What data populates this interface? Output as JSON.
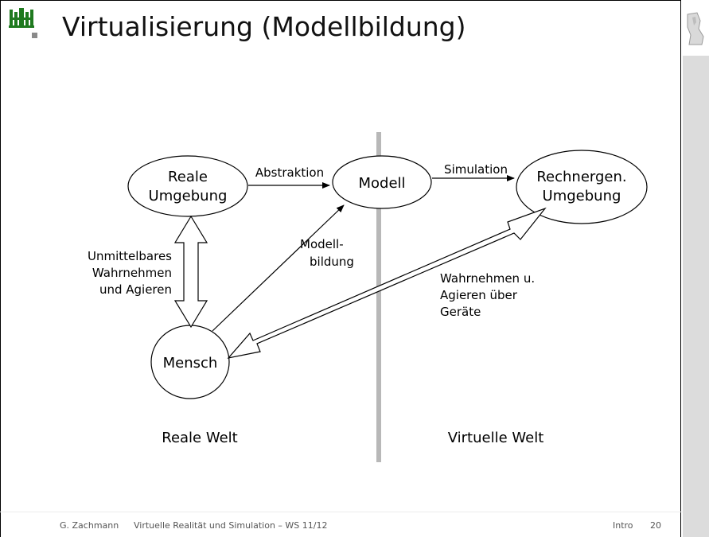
{
  "slide": {
    "title": "Virtualisierung (Modellbildung)"
  },
  "diagram": {
    "nodes": {
      "reale_umgebung": [
        "Reale",
        "Umgebung"
      ],
      "modell": "Modell",
      "rechnergen": [
        "Rechnergen.",
        "Umgebung"
      ],
      "mensch": "Mensch"
    },
    "edges": {
      "abstraktion": "Abstraktion",
      "simulation": "Simulation",
      "modellbildung": [
        "Modell-",
        "bildung"
      ],
      "unmittelbar": [
        "Unmittelbares",
        "Wahrnehmen",
        "und Agieren"
      ],
      "wahrnehmen_geraete": [
        "Wahrnehmen u.",
        "Agieren über",
        "Geräte"
      ]
    },
    "regions": {
      "real": "Reale Welt",
      "virtual": "Virtuelle Welt"
    }
  },
  "footer": {
    "author": "G. Zachmann",
    "course": "Virtuelle Realität und Simulation – WS 11/12",
    "section": "Intro",
    "page": "20"
  },
  "icons": {
    "logo": "university-logo-icon",
    "corner": "statue-icon"
  },
  "colors": {
    "divider": "#b8b8b8",
    "strip": "#dcdcdc"
  }
}
